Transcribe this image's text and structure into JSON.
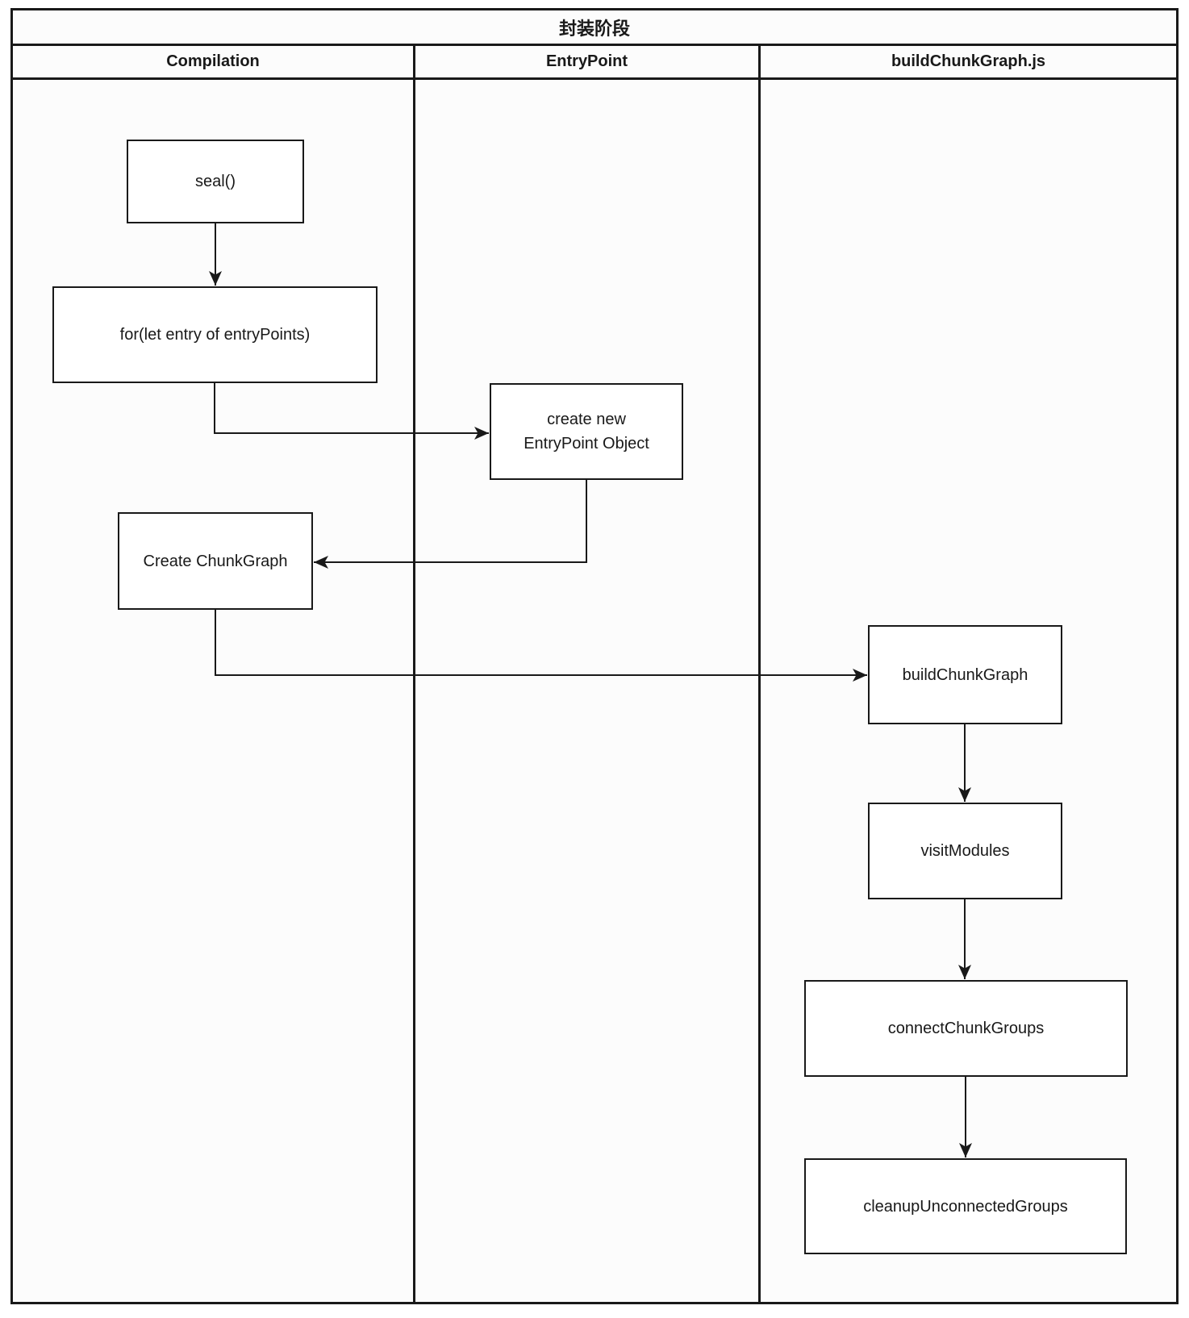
{
  "diagram": {
    "title": "封装阶段",
    "lanes": [
      {
        "label": "Compilation"
      },
      {
        "label": "EntryPoint"
      },
      {
        "label": "buildChunkGraph.js"
      }
    ],
    "nodes": [
      {
        "id": "seal",
        "lane": "Compilation",
        "label": "seal()"
      },
      {
        "id": "for-entry-loop",
        "lane": "Compilation",
        "label": "for(let entry of entryPoints)"
      },
      {
        "id": "create-entrypoint",
        "lane": "EntryPoint",
        "label": "create new\nEntryPoint Object"
      },
      {
        "id": "create-chunkgraph",
        "lane": "Compilation",
        "label": "Create ChunkGraph"
      },
      {
        "id": "build-chunkgraph",
        "lane": "buildChunkGraph.js",
        "label": "buildChunkGraph"
      },
      {
        "id": "visit-modules",
        "lane": "buildChunkGraph.js",
        "label": "visitModules"
      },
      {
        "id": "connect-chunkgroups",
        "lane": "buildChunkGraph.js",
        "label": "connectChunkGroups"
      },
      {
        "id": "cleanup-groups",
        "lane": "buildChunkGraph.js",
        "label": "cleanupUnconnectedGroups"
      }
    ],
    "colors": {
      "line": "#191919",
      "box_fill": "#ffffff",
      "background": "#fcfcfc"
    }
  }
}
